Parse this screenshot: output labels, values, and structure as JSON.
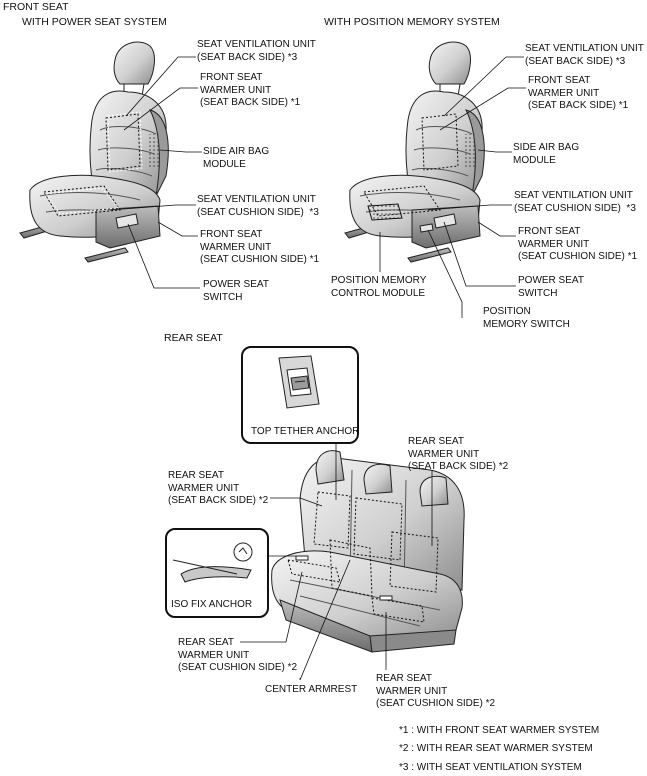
{
  "headers": {
    "front_seat": "FRONT SEAT",
    "with_power_seat": "WITH POWER SEAT SYSTEM",
    "with_position_memory": "WITH POSITION MEMORY SYSTEM",
    "rear_seat": "REAR SEAT"
  },
  "left_seat": {
    "vent_back": "SEAT VENTILATION UNIT\n(SEAT BACK SIDE) *3",
    "warmer_back": "FRONT SEAT\nWARMER UNIT\n(SEAT BACK SIDE) *1",
    "side_airbag": "SIDE AIR BAG\nMODULE",
    "vent_cushion": "SEAT VENTILATION UNIT\n(SEAT CUSHION SIDE)  *3",
    "warmer_cushion": "FRONT SEAT\nWARMER UNIT\n(SEAT CUSHION SIDE) *1",
    "power_switch": "POWER SEAT\nSWITCH"
  },
  "right_seat": {
    "vent_back": "SEAT VENTILATION UNIT\n(SEAT BACK SIDE) *3",
    "warmer_back": "FRONT SEAT\nWARMER UNIT\n(SEAT BACK SIDE) *1",
    "side_airbag": "SIDE AIR BAG\nMODULE",
    "vent_cushion": "SEAT VENTILATION UNIT\n(SEAT CUSHION SIDE)  *3",
    "warmer_cushion": "FRONT SEAT\nWARMER UNIT\n(SEAT CUSHION SIDE) *1",
    "power_switch": "POWER SEAT\nSWITCH",
    "memory_module": "POSITION MEMORY\nCONTROL MODULE",
    "memory_switch": "POSITION\nMEMORY SWITCH"
  },
  "rear": {
    "top_tether": "TOP TETHER ANCHOR",
    "iso_fix": "ISO FIX ANCHOR",
    "warmer_back_left": "REAR SEAT\nWARMER UNIT\n(SEAT BACK SIDE) *2",
    "warmer_back_right": "REAR SEAT\nWARMER UNIT\n(SEAT BACK SIDE) *2",
    "warmer_cushion_left": "REAR SEAT\nWARMER UNIT\n(SEAT CUSHION SIDE) *2",
    "warmer_cushion_right": "REAR SEAT\nWARMER UNIT\n(SEAT CUSHION SIDE) *2",
    "center_armrest": "CENTER ARMREST"
  },
  "notes": [
    "*1 : WITH FRONT SEAT WARMER SYSTEM",
    "*2 : WITH REAR SEAT WARMER SYSTEM",
    "*3 : WITH SEAT VENTILATION SYSTEM"
  ]
}
